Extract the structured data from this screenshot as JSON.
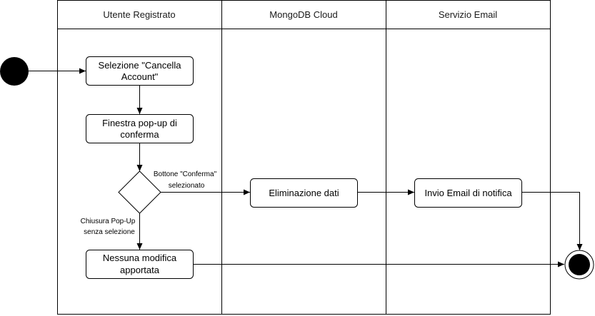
{
  "colors": {
    "stroke": "#000000",
    "fill": "#ffffff",
    "text": "#000000"
  },
  "lanes": [
    {
      "id": "lane-utente",
      "title": "Utente Registrato"
    },
    {
      "id": "lane-mongodb",
      "title": "MongoDB Cloud"
    },
    {
      "id": "lane-email",
      "title": "Servizio Email"
    }
  ],
  "nodes": {
    "start": {
      "type": "initial-node"
    },
    "cancella": {
      "type": "action",
      "lines": [
        "Selezione \"Cancella",
        "Account\""
      ]
    },
    "popup": {
      "type": "action",
      "lines": [
        "Finestra pop-up di",
        "conferma"
      ]
    },
    "decision": {
      "type": "decision"
    },
    "eliminazione": {
      "type": "action",
      "lines": [
        "Eliminazione dati"
      ]
    },
    "email": {
      "type": "action",
      "lines": [
        "Invio Email di notifica"
      ]
    },
    "nessuna": {
      "type": "action",
      "lines": [
        "Nessuna modifica",
        "apportata"
      ]
    },
    "end": {
      "type": "final-node"
    }
  },
  "edge_labels": {
    "conferma": [
      "Bottone \"Conferma\"",
      "selezionato"
    ],
    "chiusura": [
      "Chiusura Pop-Up",
      "senza selezione"
    ]
  }
}
